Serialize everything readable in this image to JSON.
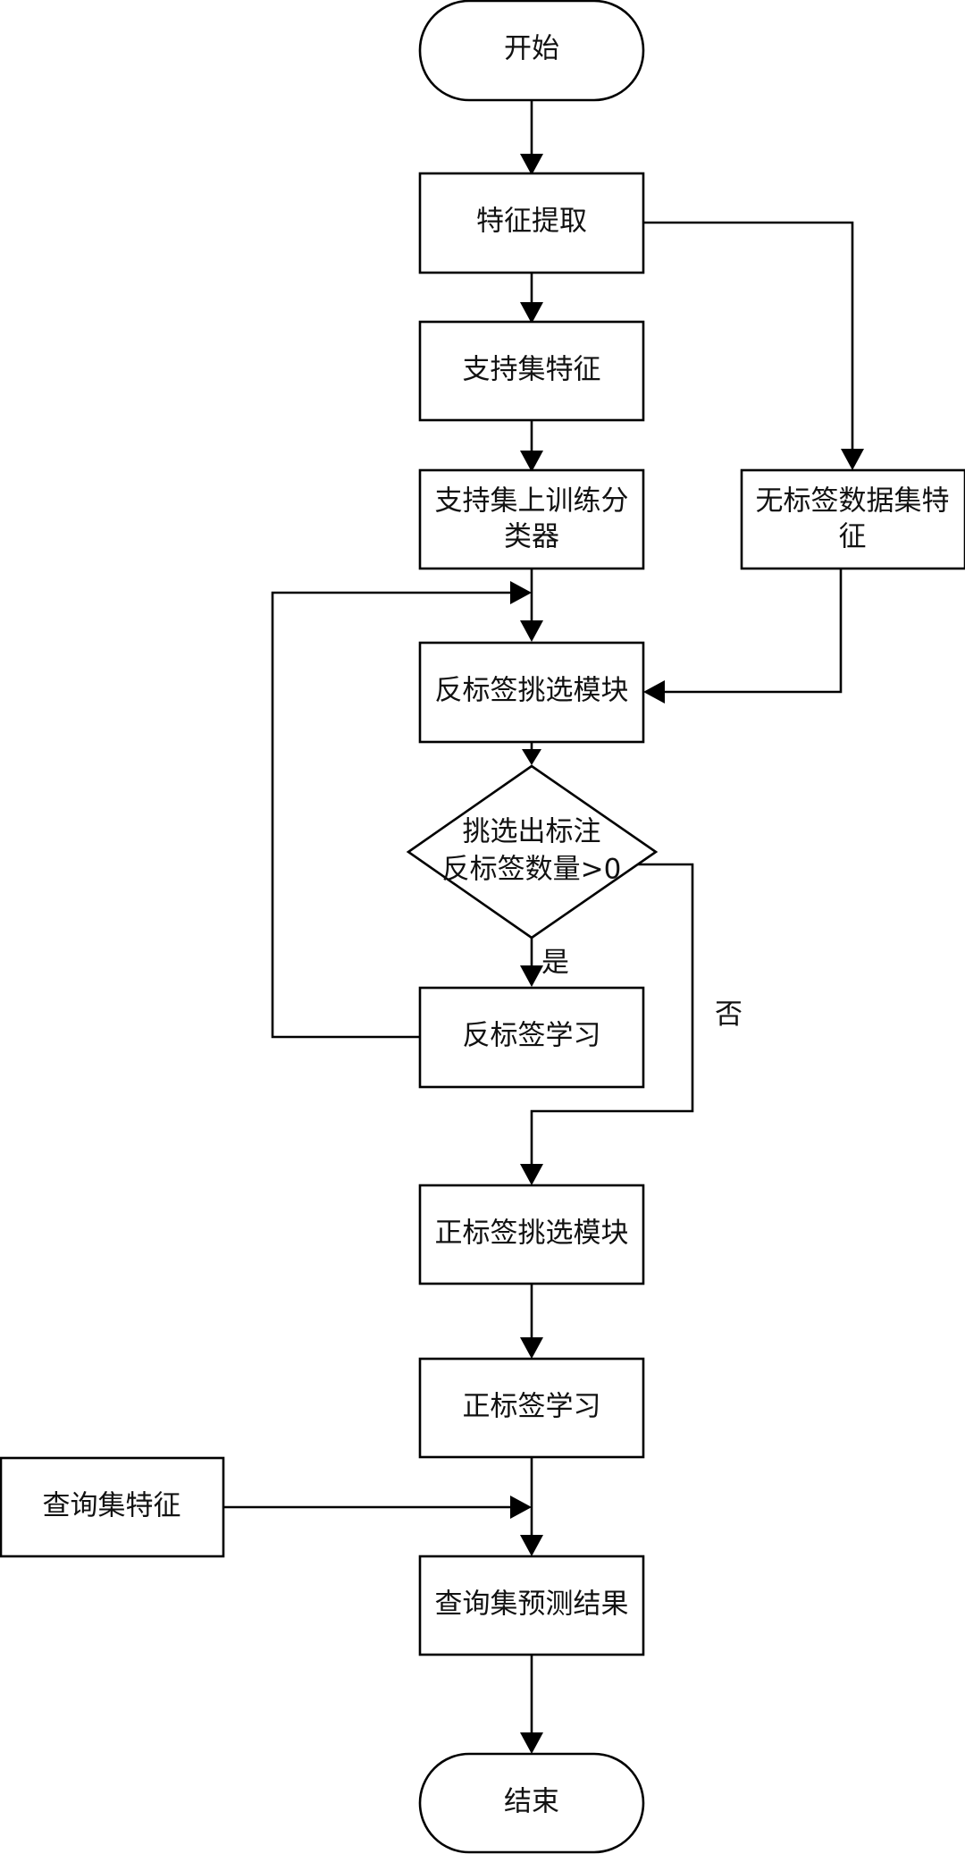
{
  "nodes": {
    "start": "开始",
    "feature_extraction": "特征提取",
    "support_features": "支持集特征",
    "train_classifier": [
      "支持集上训练分",
      "类器"
    ],
    "unlabeled_features": [
      "无标签数据集特",
      "征"
    ],
    "neg_select": "反标签挑选模块",
    "decision": [
      "挑选出标注",
      "反标签数量>0"
    ],
    "neg_learning": "反标签学习",
    "pos_select": "正标签挑选模块",
    "pos_learning": "正标签学习",
    "query_features": "查询集特征",
    "query_predict": "查询集预测结果",
    "end": "结束"
  },
  "edges": {
    "yes_label": "是",
    "no_label": "否"
  },
  "colors": {
    "stroke": "#000000",
    "fill": "#ffffff",
    "text": "#111111"
  }
}
